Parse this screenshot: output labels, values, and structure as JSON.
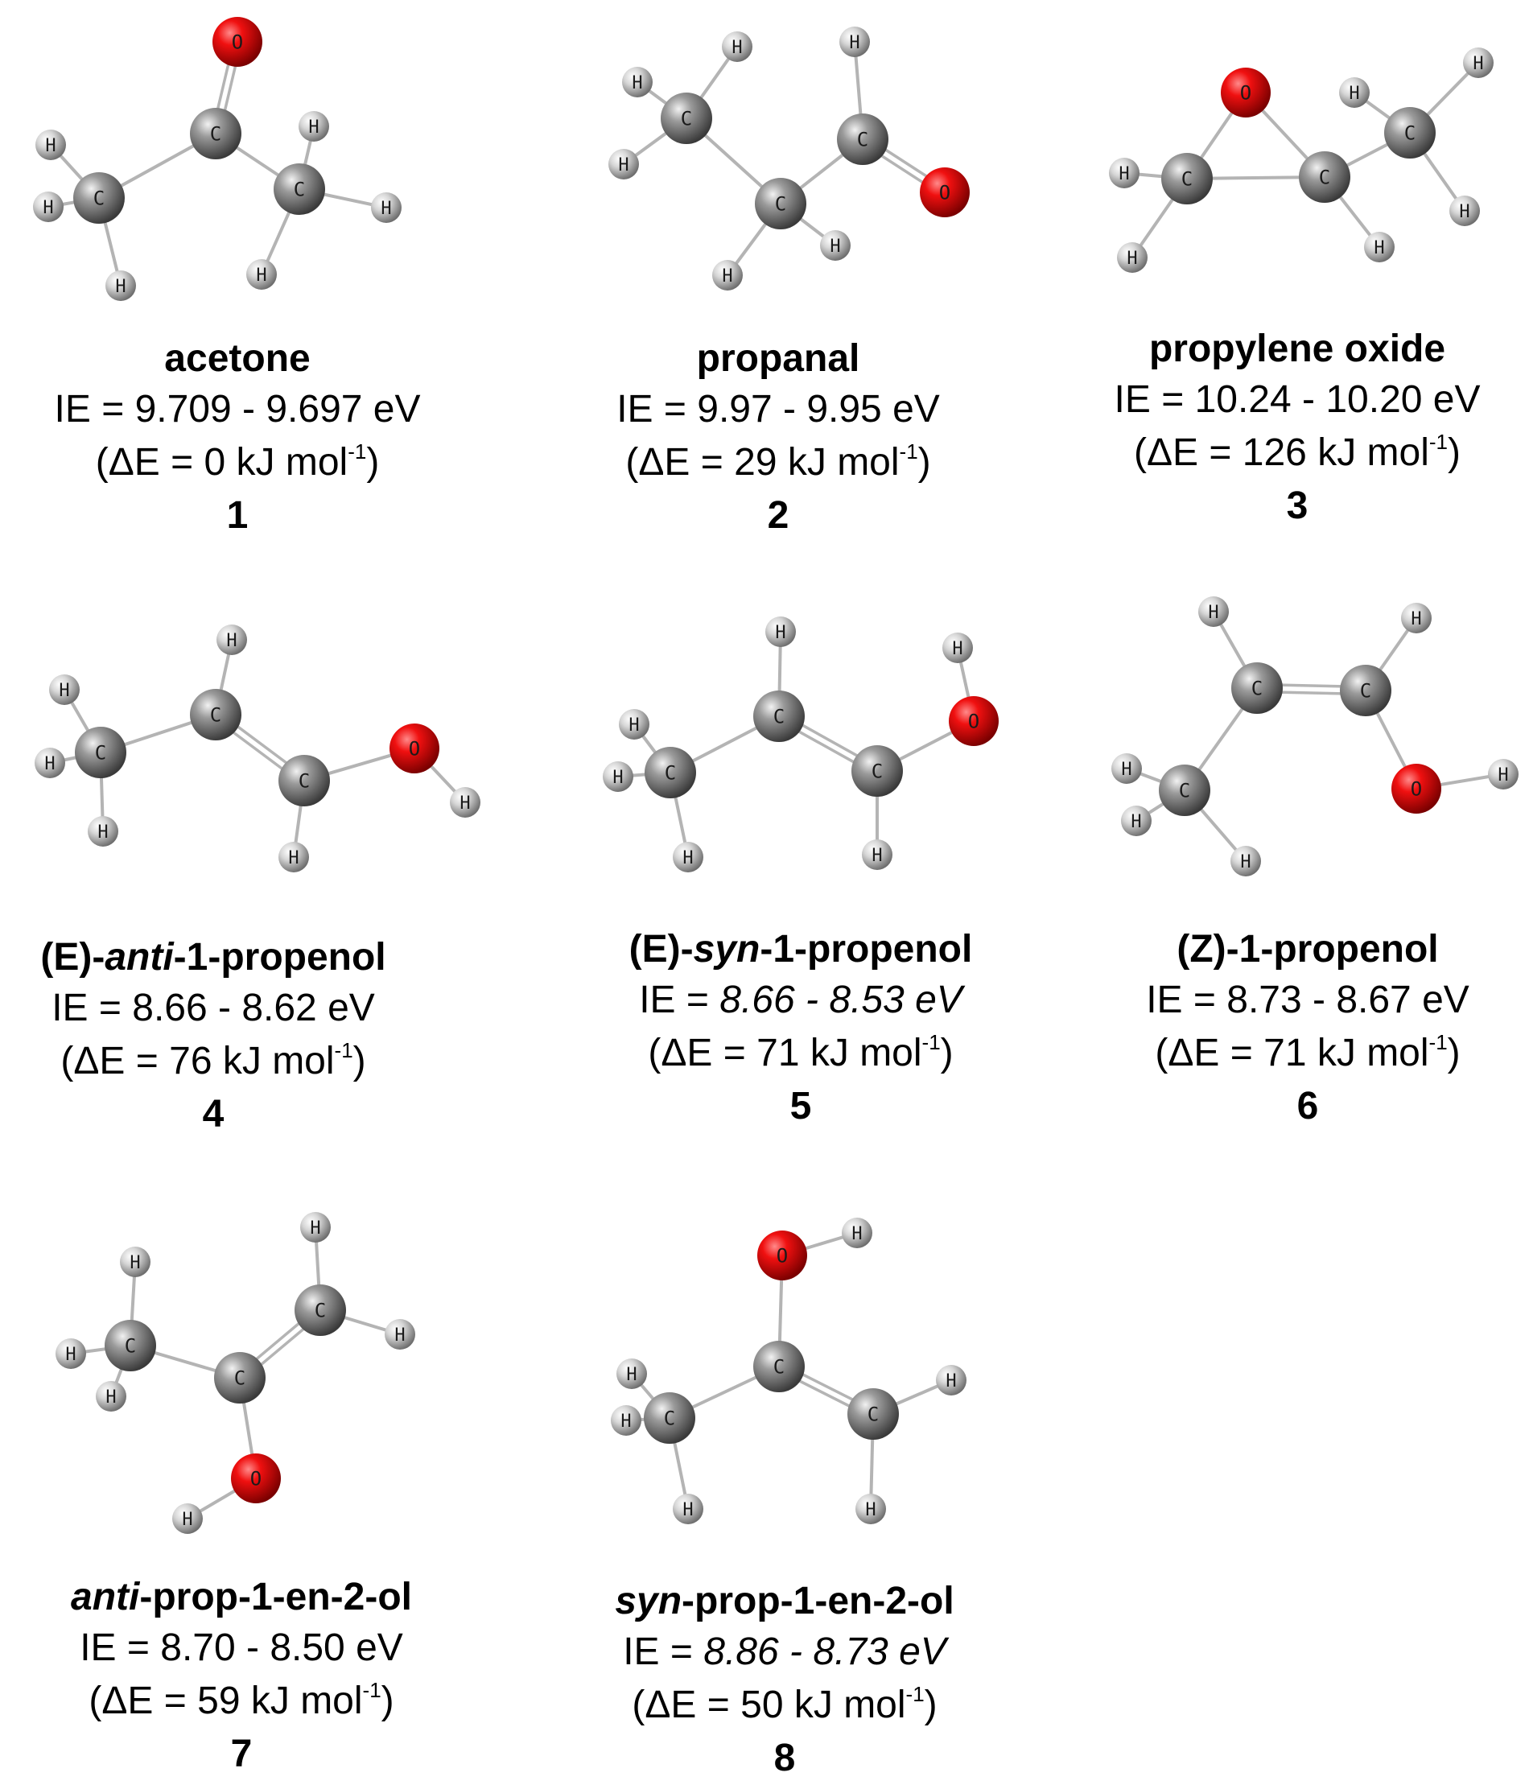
{
  "molecules": [
    {
      "id": 1,
      "number": "1",
      "name": [
        {
          "t": "acetone",
          "i": false
        }
      ],
      "ie": "9.709 - 9.697 eV",
      "ie_italic": false,
      "de_value": "0",
      "atoms": [
        [
          "O",
          295,
          52
        ],
        [
          "C",
          268,
          166
        ],
        [
          "C",
          123,
          246
        ],
        [
          "C",
          372,
          235
        ],
        [
          "H",
          63,
          180
        ],
        [
          "H",
          60,
          257
        ],
        [
          "H",
          150,
          355
        ],
        [
          "H",
          390,
          157
        ],
        [
          "H",
          480,
          258
        ],
        [
          "H",
          325,
          341
        ]
      ],
      "bonds": [
        [
          0,
          1,
          2
        ],
        [
          1,
          2,
          1
        ],
        [
          1,
          3,
          1
        ],
        [
          2,
          4,
          1
        ],
        [
          2,
          5,
          1
        ],
        [
          2,
          6,
          1
        ],
        [
          3,
          7,
          1
        ],
        [
          3,
          8,
          1
        ],
        [
          3,
          9,
          1
        ]
      ]
    },
    {
      "id": 2,
      "number": "2",
      "name": [
        {
          "t": "propanal",
          "i": false
        }
      ],
      "ie": "9.97 - 9.95 eV",
      "ie_italic": false,
      "de_value": "29",
      "atoms": [
        [
          "C",
          853,
          147
        ],
        [
          "C",
          970,
          253
        ],
        [
          "C",
          1072,
          173
        ],
        [
          "O",
          1174,
          239
        ],
        [
          "H",
          792,
          102
        ],
        [
          "H",
          916,
          58
        ],
        [
          "H",
          775,
          204
        ],
        [
          "H",
          1062,
          52
        ],
        [
          "H",
          1038,
          305
        ],
        [
          "H",
          904,
          342
        ]
      ],
      "bonds": [
        [
          0,
          1,
          1
        ],
        [
          1,
          2,
          1
        ],
        [
          2,
          3,
          2
        ],
        [
          0,
          4,
          1
        ],
        [
          0,
          5,
          1
        ],
        [
          0,
          6,
          1
        ],
        [
          2,
          7,
          1
        ],
        [
          1,
          8,
          1
        ],
        [
          1,
          9,
          1
        ]
      ]
    },
    {
      "id": 3,
      "number": "3",
      "name": [
        {
          "t": "propylene oxide",
          "i": false
        }
      ],
      "ie": "10.24 - 10.20 eV",
      "ie_italic": false,
      "de_value": "126",
      "atoms": [
        [
          "O",
          1548,
          115
        ],
        [
          "C",
          1475,
          222
        ],
        [
          "C",
          1646,
          220
        ],
        [
          "C",
          1752,
          165
        ],
        [
          "H",
          1397,
          215
        ],
        [
          "H",
          1407,
          320
        ],
        [
          "H",
          1683,
          115
        ],
        [
          "H",
          1837,
          78
        ],
        [
          "H",
          1820,
          262
        ],
        [
          "H",
          1714,
          307
        ]
      ],
      "bonds": [
        [
          0,
          1,
          1
        ],
        [
          0,
          2,
          1
        ],
        [
          1,
          2,
          1
        ],
        [
          2,
          3,
          1
        ],
        [
          1,
          4,
          1
        ],
        [
          1,
          5,
          1
        ],
        [
          3,
          6,
          1
        ],
        [
          3,
          7,
          1
        ],
        [
          3,
          8,
          1
        ],
        [
          2,
          9,
          1
        ]
      ]
    },
    {
      "id": 4,
      "number": "4",
      "name": [
        {
          "t": "(E)-",
          "i": false
        },
        {
          "t": "anti",
          "i": true
        },
        {
          "t": "-1-propenol",
          "i": false
        }
      ],
      "ie": "8.66 - 8.62 eV",
      "ie_italic": false,
      "de_value": "76",
      "atoms": [
        [
          "C",
          125,
          935
        ],
        [
          "C",
          268,
          888
        ],
        [
          "C",
          378,
          970
        ],
        [
          "O",
          515,
          930
        ],
        [
          "H",
          80,
          857
        ],
        [
          "H",
          62,
          948
        ],
        [
          "H",
          128,
          1033
        ],
        [
          "H",
          288,
          795
        ],
        [
          "H",
          578,
          997
        ],
        [
          "H",
          365,
          1065
        ]
      ],
      "bonds": [
        [
          0,
          1,
          1
        ],
        [
          1,
          2,
          2
        ],
        [
          2,
          3,
          1
        ],
        [
          0,
          4,
          1
        ],
        [
          0,
          5,
          1
        ],
        [
          0,
          6,
          1
        ],
        [
          1,
          7,
          1
        ],
        [
          3,
          8,
          1
        ],
        [
          2,
          9,
          1
        ]
      ]
    },
    {
      "id": 5,
      "number": "5",
      "name": [
        {
          "t": "(E)-",
          "i": false
        },
        {
          "t": "syn",
          "i": true
        },
        {
          "t": "-1-propenol",
          "i": false
        }
      ],
      "ie": "8.66 - 8.53 eV",
      "ie_italic": true,
      "de_value": "71",
      "atoms": [
        [
          "C",
          833,
          960
        ],
        [
          "C",
          968,
          890
        ],
        [
          "C",
          1090,
          958
        ],
        [
          "O",
          1210,
          896
        ],
        [
          "H",
          788,
          900
        ],
        [
          "H",
          768,
          965
        ],
        [
          "H",
          855,
          1065
        ],
        [
          "H",
          970,
          785
        ],
        [
          "H",
          1190,
          805
        ],
        [
          "H",
          1090,
          1062
        ]
      ],
      "bonds": [
        [
          0,
          1,
          1
        ],
        [
          1,
          2,
          2
        ],
        [
          2,
          3,
          1
        ],
        [
          0,
          4,
          1
        ],
        [
          0,
          5,
          1
        ],
        [
          0,
          6,
          1
        ],
        [
          1,
          7,
          1
        ],
        [
          3,
          8,
          1
        ],
        [
          2,
          9,
          1
        ]
      ]
    },
    {
      "id": 6,
      "number": "6",
      "name": [
        {
          "t": "(Z)-1-propenol",
          "i": false
        }
      ],
      "ie": "8.73 - 8.67 eV",
      "ie_italic": false,
      "de_value": "71",
      "atoms": [
        [
          "C",
          1562,
          855
        ],
        [
          "C",
          1697,
          858
        ],
        [
          "C",
          1472,
          982
        ],
        [
          "O",
          1760,
          980
        ],
        [
          "H",
          1508,
          760
        ],
        [
          "H",
          1760,
          768
        ],
        [
          "H",
          1868,
          962
        ],
        [
          "H",
          1400,
          955
        ],
        [
          "H",
          1412,
          1020
        ],
        [
          "H",
          1548,
          1070
        ]
      ],
      "bonds": [
        [
          0,
          1,
          2
        ],
        [
          0,
          2,
          1
        ],
        [
          1,
          3,
          1
        ],
        [
          0,
          4,
          1
        ],
        [
          1,
          5,
          1
        ],
        [
          3,
          6,
          1
        ],
        [
          2,
          7,
          1
        ],
        [
          2,
          8,
          1
        ],
        [
          2,
          9,
          1
        ]
      ]
    },
    {
      "id": 7,
      "number": "7",
      "name": [
        {
          "t": "anti",
          "i": true
        },
        {
          "t": "-prop-1-en-2-ol",
          "i": false
        }
      ],
      "ie": "8.70 - 8.50 eV",
      "ie_italic": false,
      "de_value": "59",
      "atoms": [
        [
          "C",
          162,
          1672
        ],
        [
          "C",
          298,
          1712
        ],
        [
          "C",
          398,
          1628
        ],
        [
          "O",
          318,
          1837
        ],
        [
          "H",
          168,
          1568
        ],
        [
          "H",
          88,
          1682
        ],
        [
          "H",
          138,
          1735
        ],
        [
          "H",
          392,
          1525
        ],
        [
          "H",
          497,
          1658
        ],
        [
          "H",
          233,
          1887
        ]
      ],
      "bonds": [
        [
          0,
          1,
          1
        ],
        [
          1,
          2,
          2
        ],
        [
          1,
          3,
          1
        ],
        [
          0,
          4,
          1
        ],
        [
          0,
          5,
          1
        ],
        [
          0,
          6,
          1
        ],
        [
          2,
          7,
          1
        ],
        [
          2,
          8,
          1
        ],
        [
          3,
          9,
          1
        ]
      ]
    },
    {
      "id": 8,
      "number": "8",
      "name": [
        {
          "t": "syn",
          "i": true
        },
        {
          "t": "-prop-1-en-2-ol",
          "i": false
        }
      ],
      "ie": "8.86 - 8.73 eV",
      "ie_italic": true,
      "de_value": "50",
      "atoms": [
        [
          "C",
          832,
          1762
        ],
        [
          "C",
          968,
          1698
        ],
        [
          "C",
          1085,
          1757
        ],
        [
          "O",
          972,
          1560
        ],
        [
          "H",
          785,
          1707
        ],
        [
          "H",
          778,
          1765
        ],
        [
          "H",
          855,
          1875
        ],
        [
          "H",
          1065,
          1532
        ],
        [
          "H",
          1182,
          1715
        ],
        [
          "H",
          1082,
          1875
        ]
      ],
      "bonds": [
        [
          0,
          1,
          1
        ],
        [
          1,
          2,
          2
        ],
        [
          1,
          3,
          1
        ],
        [
          0,
          4,
          1
        ],
        [
          0,
          5,
          1
        ],
        [
          0,
          6,
          1
        ],
        [
          3,
          7,
          1
        ],
        [
          2,
          8,
          1
        ],
        [
          2,
          9,
          1
        ]
      ]
    }
  ],
  "de_prefix": "(ΔE = ",
  "de_unit": " kJ mol",
  "de_exp": "-1",
  "de_suffix": ")",
  "ie_prefix": "IE = ",
  "colors": {
    "oxygen": "#e00000",
    "carbon": "#8a8a8a",
    "hydrogen": "#cfcfcf",
    "bond": "#b4b4b4",
    "atom_label": "#1a1a1a"
  }
}
